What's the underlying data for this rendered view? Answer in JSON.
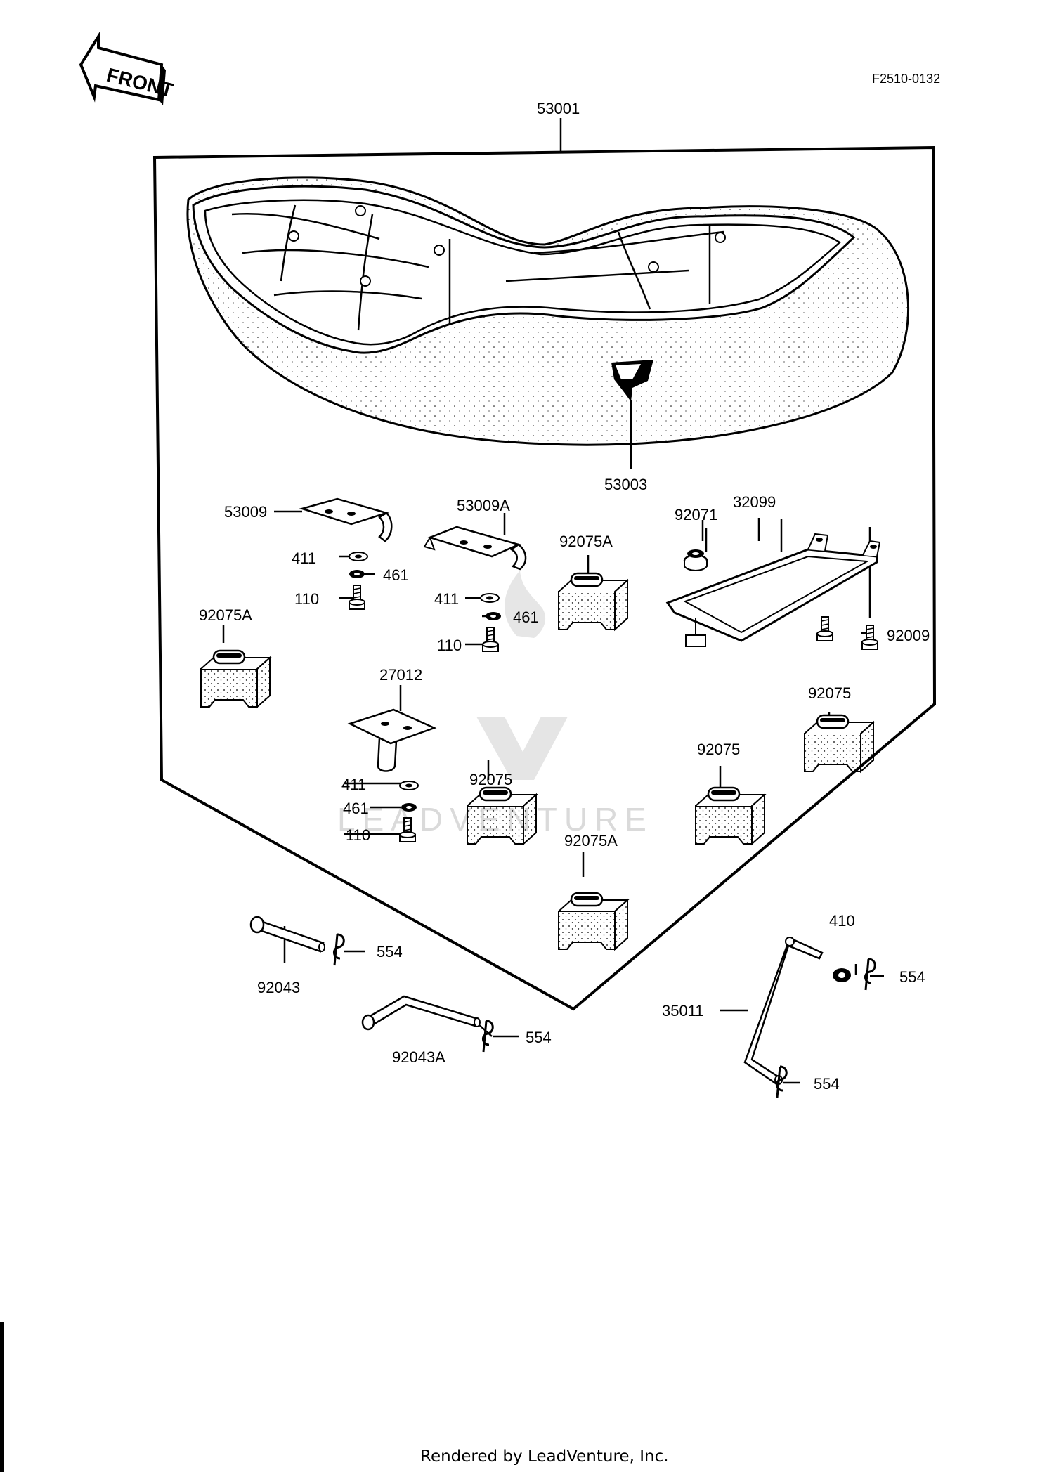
{
  "header": {
    "front_label": "FRONT",
    "figure_code": "F2510-0132"
  },
  "watermark": "LEADVENTURE",
  "footer": {
    "text": "Rendered by LeadVenture, Inc."
  },
  "callouts": {
    "seat_assembly": "53001",
    "seat_emblem": "53003",
    "front_bracket": "53009",
    "center_bracket": "53009A",
    "rear_bracket": "27012",
    "tray": "32099",
    "grommet": "92071",
    "tray_bolt": "92009",
    "damper_a_left": "92075A",
    "damper_a_mid": "92075A",
    "damper_a_bottom": "92075A",
    "damper_mid": "92075",
    "damper_right_low": "92075",
    "damper_right_high": "92075",
    "washer_411_a": "411",
    "washer_461_a": "461",
    "bolt_110_a": "110",
    "washer_411_b": "411",
    "washer_461_b": "461",
    "bolt_110_b": "110",
    "washer_411_c": "411",
    "washer_461_c": "461",
    "bolt_110_c": "110",
    "pin": "92043",
    "pin_a": "92043A",
    "rod": "35011",
    "rod_washer": "410",
    "clip_1": "554",
    "clip_2": "554",
    "clip_3": "554",
    "clip_4": "554"
  }
}
